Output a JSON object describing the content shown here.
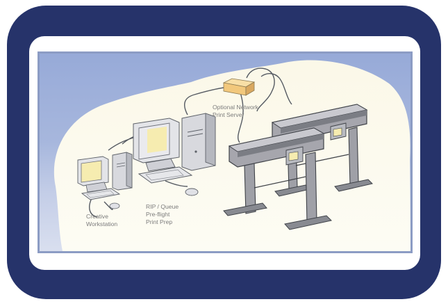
{
  "diagram": {
    "labels": {
      "print_server": [
        "Optional Network",
        "Print Server"
      ],
      "creative_workstation": [
        "Creative",
        "Workstation"
      ],
      "rip_station": [
        "RIP / Queue",
        "Pre-flight",
        "Print Prep"
      ]
    },
    "colors": {
      "frame": "#26336a",
      "panel_top": "#97aad8",
      "blob": "#fbf9ec",
      "device_gray": "#a6a6ad",
      "screen": "#f6ecb0",
      "server_box": "#f2c87c"
    },
    "icons": [
      "workstation-computer-icon",
      "rip-computer-icon",
      "print-server-icon",
      "wide-format-printer-icon",
      "wide-format-printer-icon"
    ]
  }
}
